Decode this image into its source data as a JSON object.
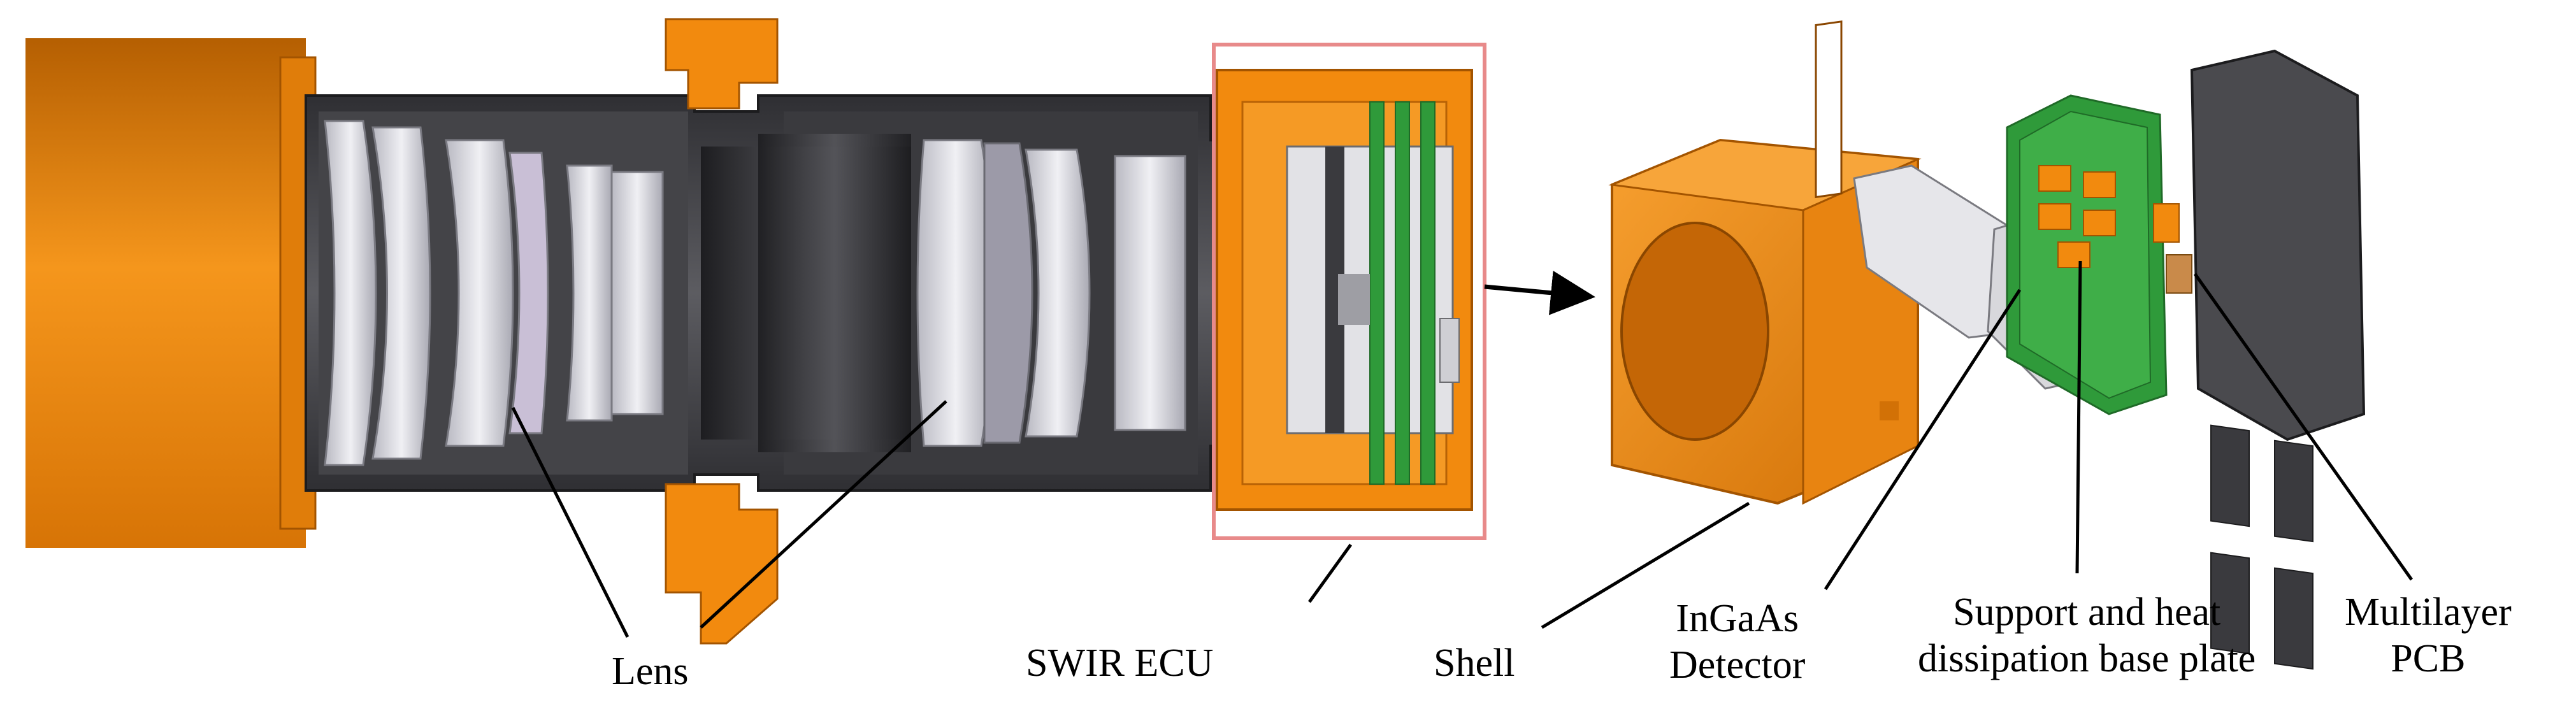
{
  "labels": {
    "lens": "Lens",
    "swir_ecu": "SWIR ECU",
    "shell": "Shell",
    "ingaas_line1": "InGaAs",
    "ingaas_line2": "Detector",
    "support_line1": "Support and heat",
    "support_line2": "dissipation base plate",
    "pcb_line1": "Multilayer",
    "pcb_line2": "PCB"
  },
  "colors": {
    "orange": "#f28a0e",
    "orange_dark": "#c76a05",
    "barrel_dark": "#3e3e42",
    "barrel_mid": "#5a5a5e",
    "glass": "#d9d9de",
    "pcb_green": "#2f9a3a",
    "highlight_box": "#e88a8a"
  }
}
